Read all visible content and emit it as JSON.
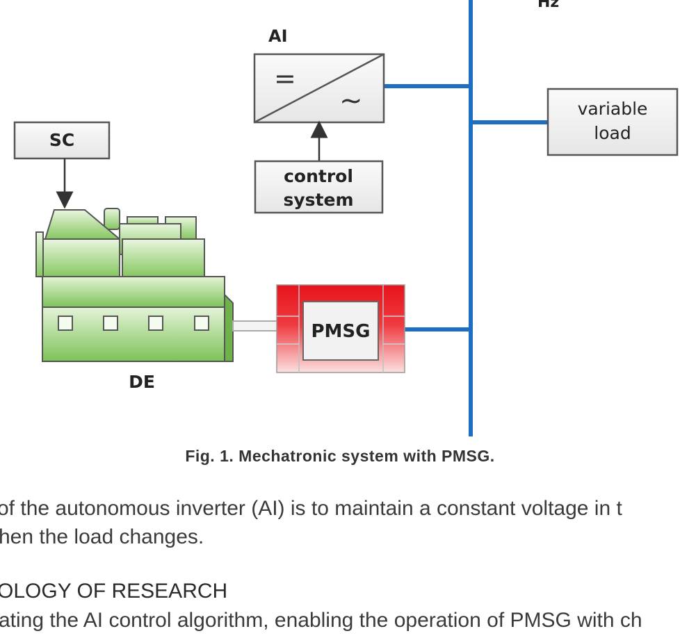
{
  "diagram": {
    "labels": {
      "top_clipped": "Hz",
      "ai": "AI",
      "ai_symbol_dc": "=",
      "ai_symbol_ac": "~",
      "sc": "SC",
      "control_line1": "control",
      "control_line2": "system",
      "variable_line1": "variable",
      "variable_line2": "load",
      "pmsg": "PMSG",
      "de": "DE"
    },
    "colors": {
      "bus": "#1e6fc2",
      "engine_green_light": "#e6f5dc",
      "engine_green_dark": "#7dc257",
      "generator_red": "#e8141c",
      "box_fill": "#f2f2f2",
      "box_stroke": "#555555"
    }
  },
  "caption": "Fig. 1. Mechatronic system with PMSG.",
  "body": {
    "line1": "of the autonomous inverter (AI) is to maintain a constant voltage in t",
    "line2": "hen the load changes.",
    "heading": "OLOGY OF RESEARCH",
    "line3": "ating the AI control algorithm, enabling the operation of PMSG with ch"
  }
}
